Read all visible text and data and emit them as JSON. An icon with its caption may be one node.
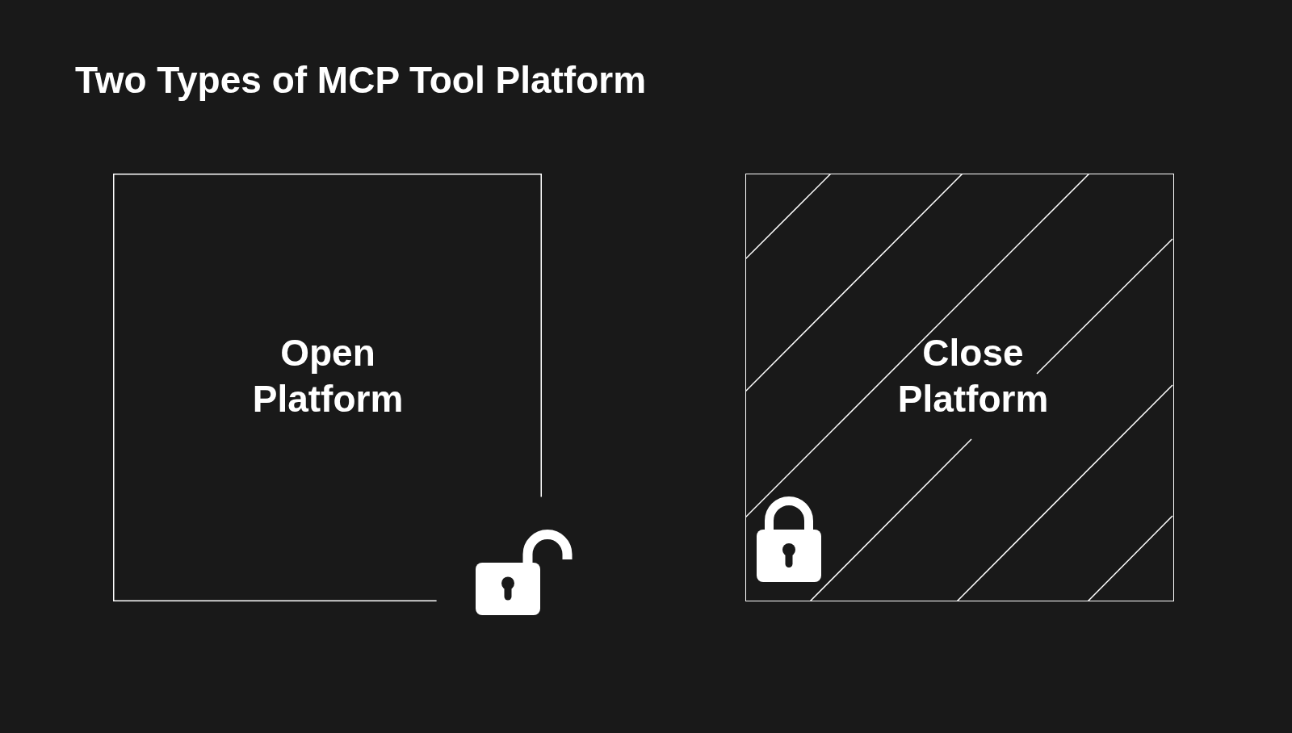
{
  "diagram": {
    "title": "Two Types of MCP Tool Platform",
    "nodes": [
      {
        "text": [
          "Open Platform"
        ]
      },
      {
        "text": [
          "Close Platform"
        ]
      }
    ]
  }
}
